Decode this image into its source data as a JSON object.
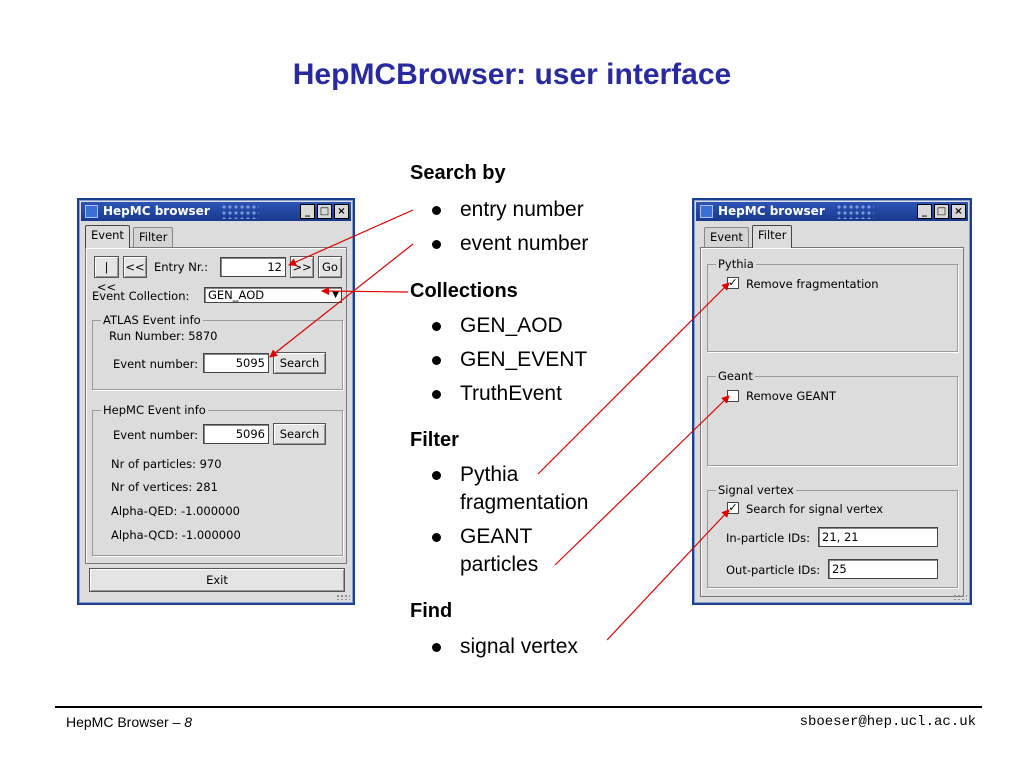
{
  "slide": {
    "title": "HepMCBrowser: user interface"
  },
  "outline": {
    "search_by": {
      "heading": "Search by",
      "items": [
        "entry number",
        "event number"
      ]
    },
    "collections": {
      "heading": "Collections",
      "items": [
        "GEN_AOD",
        "GEN_EVENT",
        "TruthEvent"
      ]
    },
    "filter": {
      "heading": "Filter",
      "items": [
        {
          "line1": "Pythia",
          "line2": "fragmentation"
        },
        {
          "line1": "GEANT",
          "line2": "particles"
        }
      ]
    },
    "find": {
      "heading": "Find",
      "items": [
        "signal vertex"
      ]
    }
  },
  "left_window": {
    "title": "HepMC browser",
    "tabs": [
      "Event",
      "Filter"
    ],
    "active_tab": "Event",
    "first_button": "|<<",
    "prev_button": "<<",
    "entry_label": "Entry Nr.:",
    "entry_value": "12",
    "next_button": ">>",
    "go_button": "Go",
    "collection_label": "Event Collection:",
    "collection_value": "GEN_AOD",
    "atlas_group": {
      "title": "ATLAS Event info",
      "run_number": "Run Number: 5870",
      "event_label": "Event number:",
      "event_value": "5095",
      "search_button": "Search"
    },
    "hepmc_group": {
      "title": "HepMC Event info",
      "event_label": "Event number:",
      "event_value": "5096",
      "search_button": "Search",
      "particles": "Nr of particles: 970",
      "vertices": "Nr of vertices: 281",
      "alpha_qed": "Alpha-QED: -1.000000",
      "alpha_qcd": "Alpha-QCD: -1.000000"
    },
    "exit_button": "Exit"
  },
  "right_window": {
    "title": "HepMC browser",
    "tabs": [
      "Event",
      "Filter"
    ],
    "active_tab": "Filter",
    "pythia_group": {
      "title": "Pythia",
      "checkbox_label": "Remove fragmentation",
      "checked": true
    },
    "geant_group": {
      "title": "Geant",
      "checkbox_label": "Remove GEANT",
      "checked": false
    },
    "signal_group": {
      "title": "Signal vertex",
      "checkbox_label": "Search for signal vertex",
      "checked": true,
      "in_label": "In-particle IDs:",
      "in_value": "21, 21",
      "out_label": "Out-particle IDs:",
      "out_value": "25"
    }
  },
  "window_controls": {
    "minimize": "_",
    "maximize": "□",
    "close": "×",
    "dropdown_arrow": "▼",
    "check_mark": "✓"
  },
  "footer": {
    "left_text": "HepMC Browser – ",
    "page_number": "8",
    "right_text": "sboeser@hep.ucl.ac.uk"
  },
  "colors": {
    "title": "#2a2aa0",
    "window_border": "#1c3f93",
    "titlebar": "#18398c",
    "arrows": "#e00000"
  }
}
